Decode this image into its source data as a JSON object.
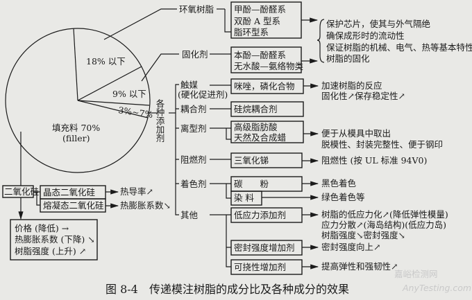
{
  "pie": {
    "epoxy_pct": "18% 以下",
    "hardener_pct": "9% 以下",
    "additive_pct": "3%~7%",
    "filler_label": "填充料 70%",
    "filler_en": "(filler)",
    "chart_values": [
      18,
      9,
      5,
      70
    ]
  },
  "epoxy": {
    "label": "环氧树脂",
    "types": [
      "甲酚—酚醛系",
      "双酚 A 型系",
      "脂环型系"
    ]
  },
  "hardener": {
    "label": "固化剂",
    "types": [
      "本酚—酚醛系",
      "无水酸—氨络物类"
    ]
  },
  "resin_effects": [
    "保护芯片，使其与外气隔绝",
    "确保成形时的流动性",
    "保证树脂的机械、电气、热等基本特性",
    "树脂的固化"
  ],
  "additives": {
    "label": "各种添加剂",
    "catalyst": {
      "label": "触媒",
      "sub": "(硬化促进剂)",
      "box": "咪唑，磷化合物",
      "effects": [
        "加速树脂的反应",
        "固化性↗保存稳定性↗"
      ]
    },
    "coupling": {
      "label": "耦合剂",
      "box": "硅烷耦合剂"
    },
    "release": {
      "label": "离型剂",
      "box": [
        "高级脂肪酸",
        "天然及合成蜡"
      ],
      "effects": [
        "便于从模具中取出",
        "脱模性、封装完整性、便于钢印"
      ]
    },
    "flame": {
      "label": "阻燃剂",
      "box": "三氧化锑",
      "effect": "阻燃性 (按 UL 标准 94V0)"
    },
    "colorant": {
      "label": "着色剂",
      "box1": "碳　　粉",
      "effect1": "黑色着色",
      "box2": "染 料",
      "effect2": "绿色着色等"
    },
    "other": {
      "label": "其他",
      "low_stress": {
        "box": "低应力添加剂",
        "effects": [
          "树脂的低应力化↗(降低弹性模量)",
          "应力分散↗(海岛结构)(低应力岛)",
          "树脂强度↘密封强度↘"
        ]
      },
      "seal": {
        "box": "密封强度增加剂",
        "effect": "密封强度向上↗"
      },
      "flex": {
        "box": "可挠性增加剂",
        "effect": "提高弹性和强韧性↗"
      }
    }
  },
  "silica": {
    "label": "二氧化硅",
    "crystal": "晶态二氧化硅",
    "crystal_effect": "热导率↗",
    "fused": "熔凝态二氧化硅",
    "fused_effect": "热膨胀系数↘",
    "effects": [
      "价格 (降低) →",
      "热膨胀系数 (下降) ↘",
      "树脂强度 (上升) ↗"
    ]
  },
  "caption": {
    "number": "图 8-4",
    "title": "传递模注树脂的成分比及各种成分的效果"
  },
  "watermark": {
    "cn": "嘉峪检测网",
    "en": "AnyTesting.com"
  }
}
